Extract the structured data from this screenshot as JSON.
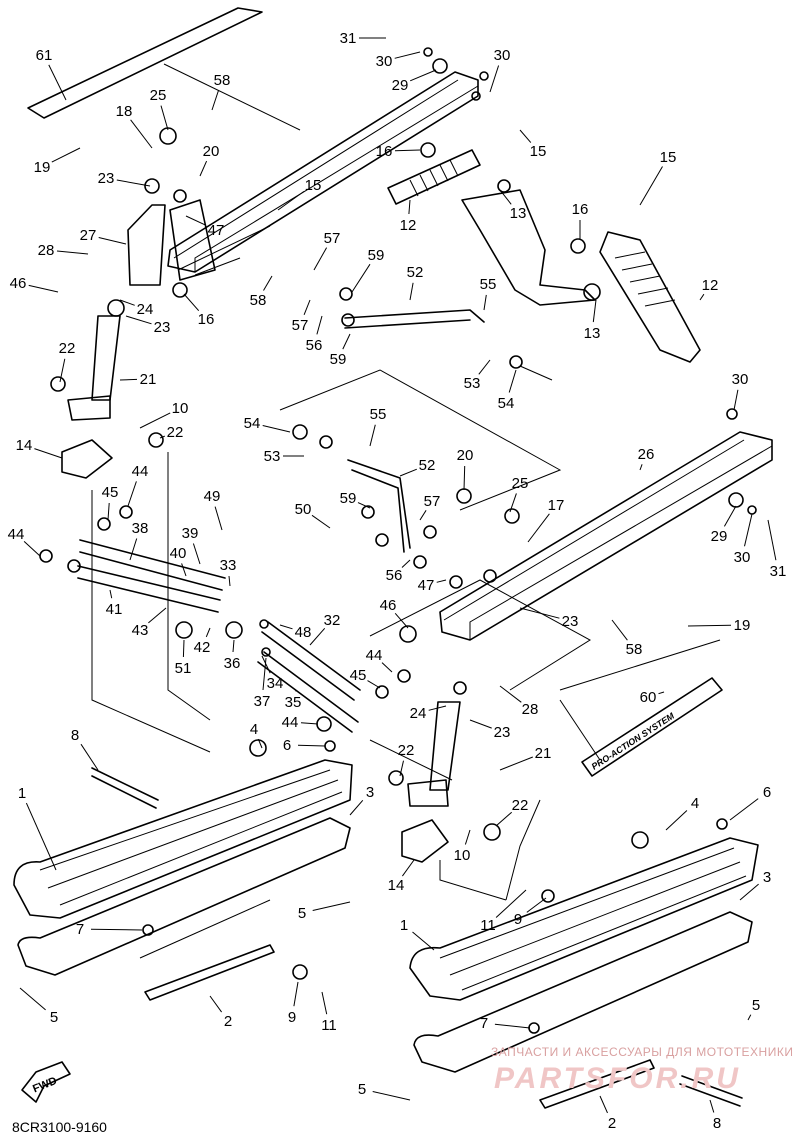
{
  "diagram": {
    "code": "8CR3100-9160",
    "fwd_label": "FWD",
    "decal_text": "PRO-ACTION SYSTEM",
    "watermark_line": "ЗАПЧАСТИ И АКСЕССУАРЫ ДЛЯ МОТОТЕХНИКИ",
    "watermark_brand": "PARTSFOR.RU",
    "callout_labels": [
      "1",
      "1",
      "2",
      "2",
      "3",
      "3",
      "4",
      "4",
      "5",
      "5",
      "5",
      "5",
      "6",
      "6",
      "7",
      "7",
      "8",
      "8",
      "9",
      "9",
      "10",
      "10",
      "11",
      "11",
      "12",
      "12",
      "13",
      "13",
      "14",
      "14",
      "15",
      "15",
      "15",
      "16",
      "16",
      "16",
      "17",
      "18",
      "19",
      "19",
      "20",
      "20",
      "21",
      "21",
      "22",
      "22",
      "22",
      "22",
      "23",
      "23",
      "23",
      "23",
      "24",
      "24",
      "25",
      "25",
      "26",
      "27",
      "28",
      "28",
      "29",
      "29",
      "30",
      "30",
      "30",
      "30",
      "31",
      "31",
      "32",
      "33",
      "34",
      "35",
      "36",
      "37",
      "38",
      "39",
      "40",
      "41",
      "42",
      "43",
      "44",
      "44",
      "44",
      "44",
      "45",
      "45",
      "46",
      "46",
      "47",
      "47",
      "48",
      "49",
      "50",
      "51",
      "52",
      "52",
      "53",
      "53",
      "54",
      "54",
      "55",
      "55",
      "56",
      "56",
      "57",
      "57",
      "57",
      "58",
      "58",
      "58",
      "59",
      "59",
      "59",
      "60",
      "61"
    ]
  },
  "colors": {
    "line": "#000000",
    "background": "#ffffff",
    "watermark": "#e8b4b4"
  }
}
